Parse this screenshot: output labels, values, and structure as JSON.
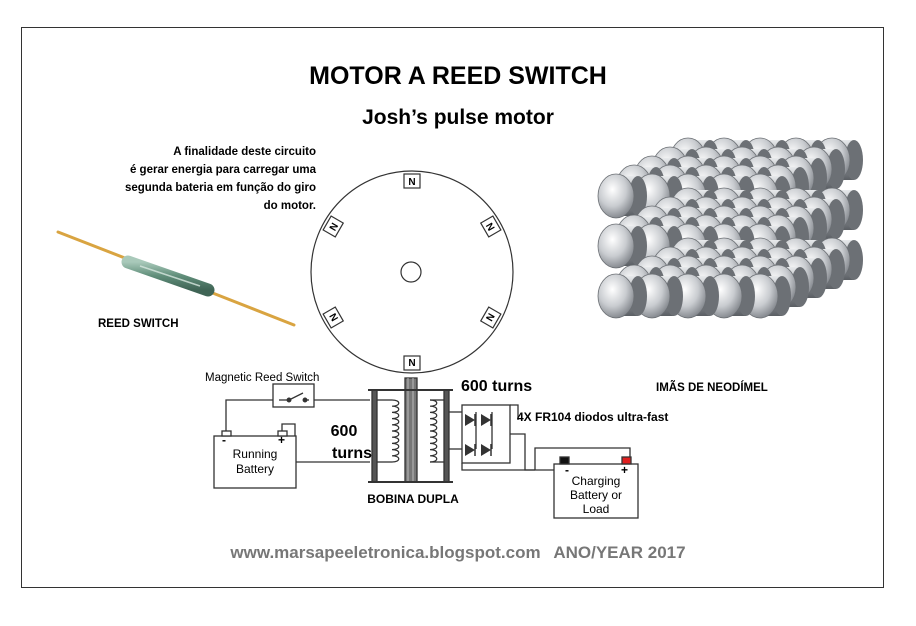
{
  "title": "MOTOR A REED SWITCH",
  "subtitle": "Josh’s pulse motor",
  "purpose_lines": [
    "A finalidade deste circuito",
    "é gerar energia para carregar uma",
    "segunda bateria em função do giro",
    "do motor."
  ],
  "reed_switch_label": "REED SWITCH",
  "magnets_label": "IMÃS DE NEODÍMEL",
  "rotor": {
    "magnet_letter": "N"
  },
  "circuit": {
    "switch_label": "Magnetic Reed Switch",
    "running_battery": [
      "Running",
      "Battery"
    ],
    "minus": "-",
    "plus": "+",
    "coil_left_turns": [
      "600",
      "turns"
    ],
    "coil_right_turns": "600 turns",
    "coil_label": "BOBINA DUPLA",
    "diodes_label": "4X FR104 diodos ultra-fast",
    "charging_battery": [
      "Charging",
      "Battery or",
      "Load"
    ]
  },
  "footer": {
    "site": "www.marsapeeletronica.blogspot.com",
    "year": "ANO/YEAR 2017"
  },
  "colors": {
    "magnet_silver": "#c9ccd0",
    "reed_glass": "#5f8d79",
    "reed_lead": "#d9a441",
    "charging_plus_terminal": "#e02020",
    "footer_text": "#777777"
  }
}
